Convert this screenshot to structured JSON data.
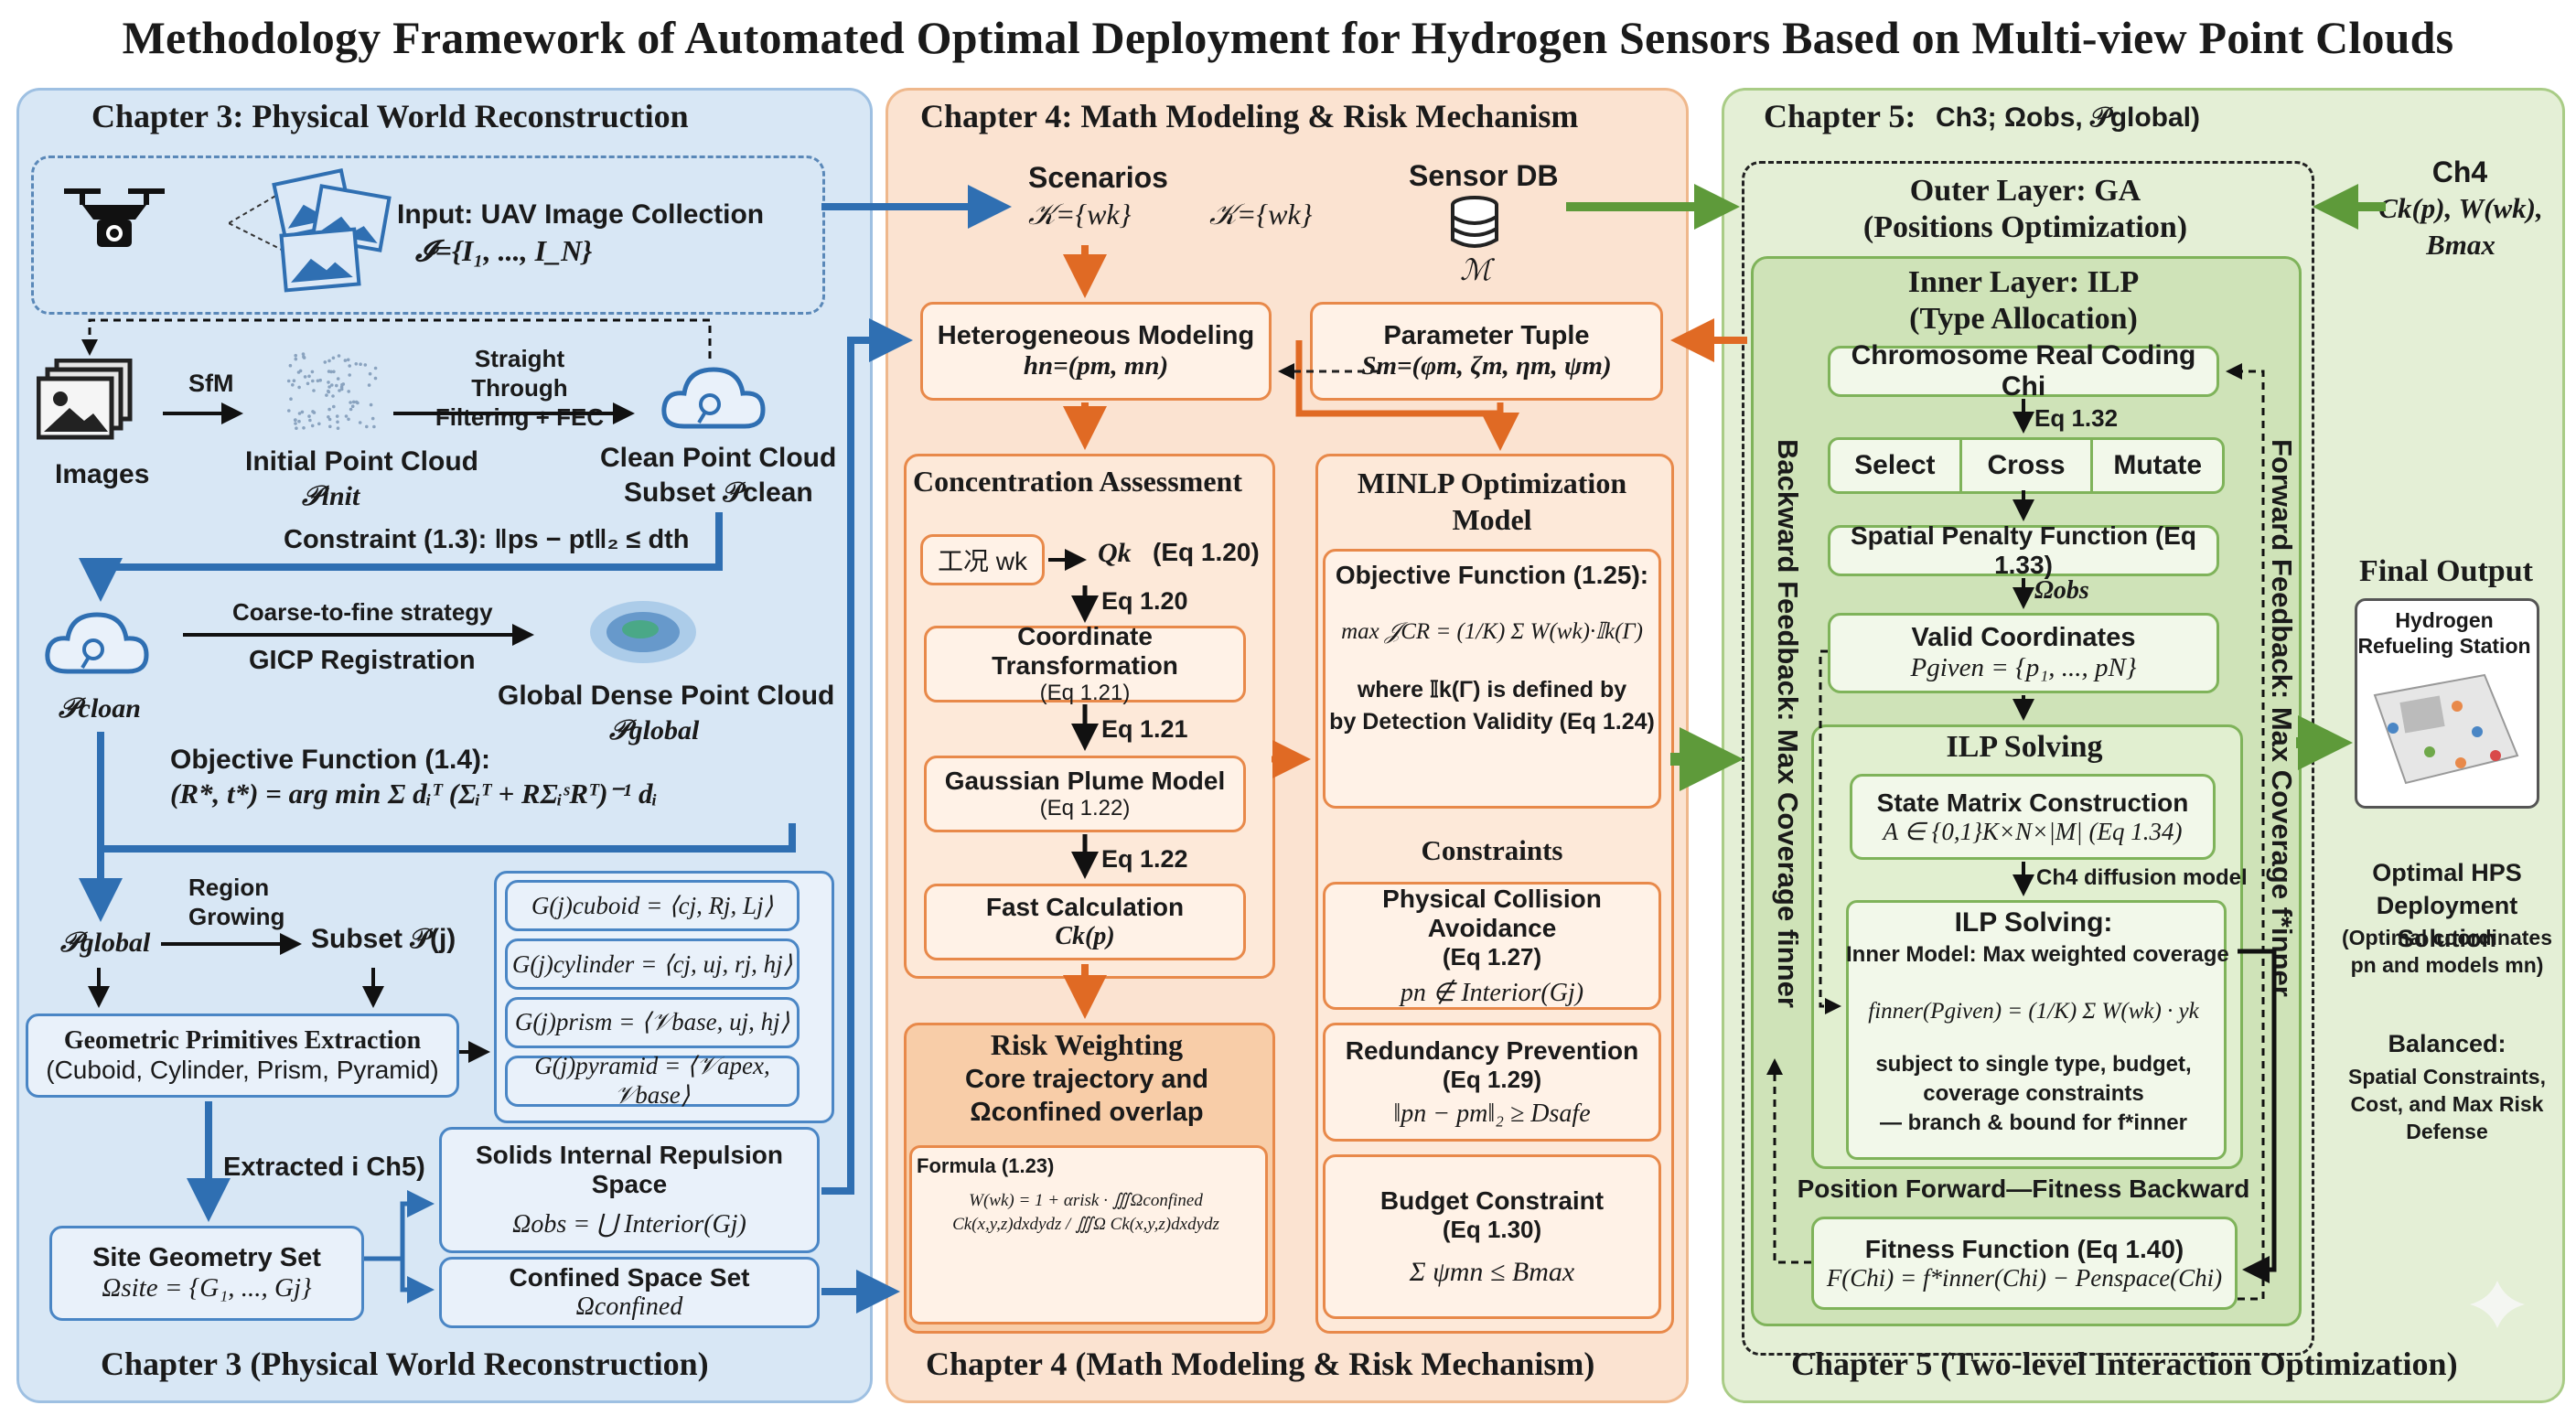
{
  "title": "Methodology Framework of Automated Optimal Deployment for Hydrogen Sensors Based on Multi-view Point Clouds",
  "ch3": {
    "header": "Chapter 3: Physical World Reconstruction",
    "footer": "Chapter 3 (Physical World Reconstruction)",
    "input_label": "Input: UAV Image Collection",
    "input_formula": "𝓘={I₁, ..., I_N}",
    "images": "Images",
    "sfm": "SfM",
    "initial_cloud": "Initial Point Cloud",
    "initial_sym": "𝒫init",
    "filter_label": "Straight Through Filtering + FEC",
    "clean_cloud": "Clean Point Cloud",
    "clean_subset": "Subset 𝒫clean",
    "constraint": "Constraint (1.3): ‖ps − pt‖₂ ≤ dth",
    "p_cloan": "𝒫cloan",
    "coarse": "Coarse-to-fine strategy",
    "gicp": "GICP Registration",
    "global_cloud": "Global Dense Point Cloud",
    "global_sym": "𝒫global",
    "objective": "Objective Function (1.4):",
    "objective_formula": "(R*, t*) = arg min Σ dᵢᵀ (Σᵢᵀ + RΣᵢˢRᵀ)⁻¹ dᵢ",
    "p_global": "𝒫global",
    "region": "Region Growing",
    "subset": "Subset 𝒫(j)",
    "primitives_title": "Geometric Primitives Extraction",
    "primitives_sub": "(Cuboid, Cylinder, Prism, Pyramid)",
    "g_cuboid": "G(j)cuboid = ⟨cj, Rj, Lj⟩",
    "g_cylinder": "G(j)cylinder = ⟨cj, uj, rj, hj⟩",
    "g_prism": "G(j)prism = ⟨𝒱base, uj, hj⟩",
    "g_pyramid": "G(j)pyramid = ⟨𝒱apex, 𝒱base⟩",
    "extracted": "Extracted i Ch5)",
    "site_title": "Site Geometry Set",
    "site_formula": "Ωsite = {G₁, ..., Gj}",
    "solids_title": "Solids Internal Repulsion Space",
    "solids_formula": "Ωobs = ⋃ Interior(Gj)",
    "confined_title": "Confined Space Set",
    "confined_formula": "Ωconfined"
  },
  "ch4": {
    "header": "Chapter 4: Math Modeling & Risk Mechanism",
    "footer": "Chapter 4 (Math Modeling & Risk Mechanism)",
    "scenarios": "Scenarios",
    "scenarios_formula": "𝒦={wk}",
    "scenarios_formula2": "𝒦={wk}",
    "sensor_db": "Sensor DB",
    "sensor_sym": "ℳ",
    "hetero_title": "Heterogeneous Modeling",
    "hetero_formula": "hn=(pm, mn)",
    "param_title": "Parameter Tuple",
    "param_formula": "Sm=(φm, ζm, ηm, ψm)",
    "conc_title": "Concentration Assessment",
    "work_cond": "工况 wk",
    "qk": "Qk",
    "eq120": "(Eq 1.20)",
    "eq120b": "Eq 1.20",
    "coord_title": "Coordinate Transformation",
    "coord_eq": "(Eq 1.21)",
    "eq121": "Eq 1.21",
    "gauss_title": "Gaussian Plume Model",
    "gauss_eq": "(Eq 1.22)",
    "eq122": "Eq 1.22",
    "fast_title": "Fast Calculation",
    "fast_formula": "Ck(p)",
    "minlp_title": "MINLP Optimization Model",
    "obj_title": "Objective Function (1.25):",
    "obj_formula": "max 𝒥CR = (1/K) Σ W(wk)·𝕀k(Γ)",
    "obj_where": "where 𝕀k(Γ) is defined by",
    "obj_where2": "by Detection Validity (Eq 1.24)",
    "constraints": "Constraints",
    "pca_title": "Physical Collision Avoidance",
    "pca_eq": "(Eq 1.27)",
    "pca_formula": "pn ∉ Interior(Gj)",
    "red_title": "Redundancy Prevention",
    "red_eq": "(Eq 1.29)",
    "red_formula": "‖pn − pm‖₂ ≥ Dsafe",
    "budget_title": "Budget Constraint",
    "budget_eq": "(Eq 1.30)",
    "budget_formula": "Σ ψmn ≤ Bmax",
    "risk_title": "Risk Weighting",
    "risk_sub1": "Core trajectory and",
    "risk_sub2": "Ωconfined overlap",
    "formula_label": "Formula (1.23)",
    "risk_formula": "W(wk) = 1 + αrisk · ∭Ωconfined Ck(x,y,z)dxdydz / ∭Ω Ck(x,y,z)dxdydz"
  },
  "ch5": {
    "header": "Chapter 5:",
    "header_note": "Ch3; Ωobs, 𝒫global)",
    "footer": "Chapter 5 (Two-level Interaction Optimization)",
    "ch4_label": "Ch4",
    "ch4_formula1": "Ck(p), W(wk),",
    "ch4_formula2": "Bmax",
    "outer_title": "Outer Layer: GA",
    "outer_sub": "(Positions Optimization)",
    "inner_title": "Inner Layer: ILP",
    "inner_sub": "(Type Allocation)",
    "chrom": "Chromosome Real Coding Chi",
    "eq132": "Eq 1.32",
    "select": "Select",
    "cross": "Cross",
    "mutate": "Mutate",
    "penalty": "Spatial Penalty Function (Eq 1.33)",
    "omega_obs": "Ωobs",
    "valid_title": "Valid Coordinates",
    "valid_formula": "Pgiven = {p₁, ..., pN}",
    "ilp_title": "ILP Solving",
    "state_title": "State Matrix Construction",
    "state_formula": "A ∈ {0,1}K×N×|M|  (Eq 1.34)",
    "diffusion": "Ch4 diffusion model",
    "ilp2_title": "ILP Solving:",
    "ilp2_sub": "Inner Model: Max weighted coverage",
    "finner_formula": "finner(Pgiven) = (1/K) Σ W(wk) · yk",
    "subject1": "subject to single type, budget,",
    "subject2": "coverage constraints",
    "branch": "— branch & bound for f*inner",
    "pos_forward": "Position Forward—Fitness Backward",
    "fitness_title": "Fitness Function (Eq 1.40)",
    "fitness_formula": "F(Chi) = f*inner(Chi) − Penspace(Chi)",
    "backward": "Backward Feedback: Max Coverage finner",
    "forward": "Forward Feedback: Max Coverage f*inner",
    "final_title": "Final Output",
    "station_label": "Hydrogen Refueling Station",
    "optimal": "Optimal HPS Deployment Solution",
    "optimal_sub": "(Optimal coordinates pn and models mn)",
    "balanced": "Balanced:",
    "balanced_sub": "Spatial Constraints, Cost, and Max Risk Defense"
  },
  "colors": {
    "blue": "#4a86c5",
    "orange": "#e8894a",
    "green": "#6fa84a",
    "dark": "#1a1a1a"
  }
}
